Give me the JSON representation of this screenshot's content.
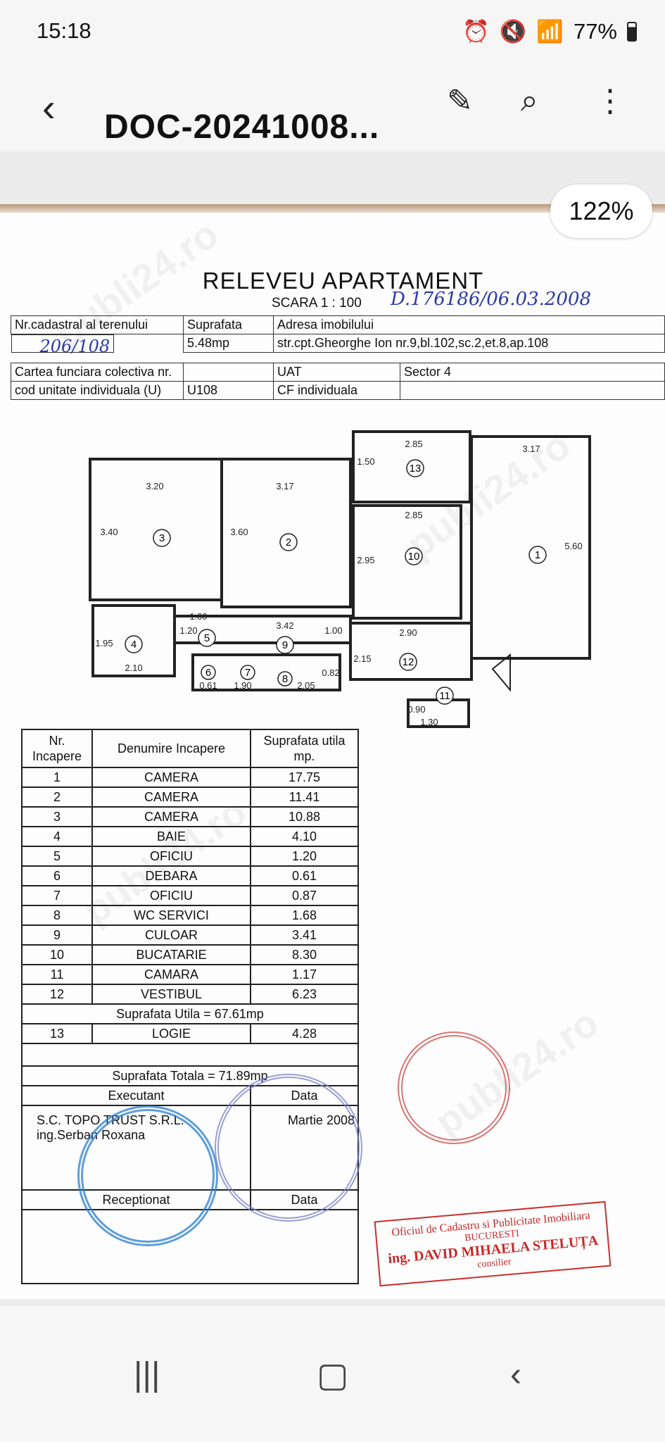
{
  "status": {
    "time": "15:18",
    "battery": "77%"
  },
  "appbar": {
    "title": "DOC-20241008..."
  },
  "zoom": "122%",
  "doc": {
    "title": "RELEVEU  APARTAMENT",
    "scale": "SCARA  1 : 100",
    "registration": "D.176186/06.03.2008",
    "info": {
      "cad_label": "Nr.cadastral al terenului",
      "cad_value": "206/108",
      "supr_label": "Suprafata",
      "supr_value": "5.48mp",
      "addr_label": "Adresa imobilului",
      "addr_value": "str.cpt.Gheorghe Ion nr.9,bl.102,sc.2,et.8,ap.108",
      "cf_label": "Cartea funciara colectiva nr.",
      "cod_label": "cod unitate individuala (U)",
      "cod_value": "U108",
      "uat_label": "UAT",
      "uat_value": "Sector 4",
      "cf_ind": "CF individuala"
    },
    "plan": {
      "rooms": [
        "1",
        "2",
        "3",
        "4",
        "5",
        "6",
        "7",
        "8",
        "9",
        "10",
        "11",
        "12",
        "13"
      ],
      "dims": [
        "3.20",
        "3.40",
        "3.17",
        "3.60",
        "2.85",
        "1.50",
        "2.85",
        "2.95",
        "3.17",
        "5.60",
        "1.00",
        "1.20",
        "1.95",
        "2.10",
        "3.42",
        "1.00",
        "2.90",
        "2.15",
        "0.61",
        "1.90",
        "2.05",
        "0.82",
        "0.90",
        "1.30"
      ]
    },
    "table": {
      "headers": [
        "Nr. Incapere",
        "Denumire Incapere",
        "Suprafata utila mp."
      ],
      "rows": [
        [
          "1",
          "CAMERA",
          "17.75"
        ],
        [
          "2",
          "CAMERA",
          "11.41"
        ],
        [
          "3",
          "CAMERA",
          "10.88"
        ],
        [
          "4",
          "BAIE",
          "4.10"
        ],
        [
          "5",
          "OFICIU",
          "1.20"
        ],
        [
          "6",
          "DEBARA",
          "0.61"
        ],
        [
          "7",
          "OFICIU",
          "0.87"
        ],
        [
          "8",
          "WC SERVICI",
          "1.68"
        ],
        [
          "9",
          "CULOAR",
          "3.41"
        ],
        [
          "10",
          "BUCATARIE",
          "8.30"
        ],
        [
          "11",
          "CAMARA",
          "1.17"
        ],
        [
          "12",
          "VESTIBUL",
          "6.23"
        ]
      ],
      "util_total": "Suprafata Utila = 67.61mp",
      "logie": [
        "13",
        "LOGIE",
        "4.28"
      ],
      "total": "Suprafata Totala = 71.89mp",
      "executant_label": "Executant",
      "data_label": "Data",
      "executant": "S.C. TOPO TRUST S.R.L.",
      "engineer": "ing.Serban Roxana",
      "date": "Martie 2008",
      "receptionat_label": "Receptionat",
      "data_label2": "Data"
    },
    "stamp_ocpi": {
      "line1": "Oficiul de Cadastru si Publicitate Imobiliara",
      "line2": "BUCURESTI",
      "line3": "ing. DAVID MIHAELA STELUȚA",
      "line4": "consilier"
    },
    "watermark": "publi24.ro"
  }
}
